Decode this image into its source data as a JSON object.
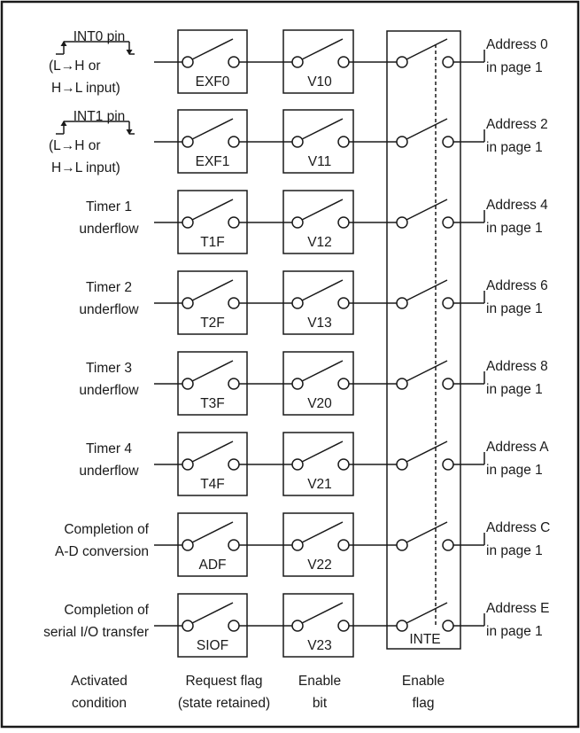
{
  "rows": [
    {
      "source": "INT0 pin",
      "source_kind": "pin",
      "pin_note": [
        "(L→H or",
        "H→L input)"
      ],
      "request_flag": "EXF0",
      "enable_bit": "V10",
      "address": [
        "Address 0",
        "in page 1"
      ]
    },
    {
      "source": "INT1 pin",
      "source_kind": "pin",
      "pin_note": [
        "(L→H or",
        "H→L input)"
      ],
      "request_flag": "EXF1",
      "enable_bit": "V11",
      "address": [
        "Address 2",
        "in page 1"
      ]
    },
    {
      "source": [
        "Timer 1",
        "underflow"
      ],
      "source_kind": "text",
      "request_flag": "T1F",
      "enable_bit": "V12",
      "address": [
        "Address 4",
        "in page 1"
      ]
    },
    {
      "source": [
        "Timer 2",
        "underflow"
      ],
      "source_kind": "text",
      "request_flag": "T2F",
      "enable_bit": "V13",
      "address": [
        "Address 6",
        "in page 1"
      ]
    },
    {
      "source": [
        "Timer 3",
        "underflow"
      ],
      "source_kind": "text",
      "request_flag": "T3F",
      "enable_bit": "V20",
      "address": [
        "Address 8",
        "in page 1"
      ]
    },
    {
      "source": [
        "Timer 4",
        "underflow"
      ],
      "source_kind": "text",
      "request_flag": "T4F",
      "enable_bit": "V21",
      "address": [
        "Address A",
        "in page 1"
      ]
    },
    {
      "source": [
        "Completion of",
        "A-D conversion"
      ],
      "source_kind": "text",
      "request_flag": "ADF",
      "enable_bit": "V22",
      "address": [
        "Address C",
        "in page 1"
      ]
    },
    {
      "source": [
        "Completion of",
        "serial I/O transfer"
      ],
      "source_kind": "text",
      "request_flag": "SIOF",
      "enable_bit": "V23",
      "address": [
        "Address E",
        "in page 1"
      ]
    }
  ],
  "inte_label": "INTE",
  "column_labels": {
    "activated": [
      "Activated",
      "condition"
    ],
    "request": [
      "Request flag",
      "(state retained)"
    ],
    "enable_bit": [
      "Enable",
      "bit"
    ],
    "enable_flag": [
      "Enable",
      "flag"
    ]
  }
}
